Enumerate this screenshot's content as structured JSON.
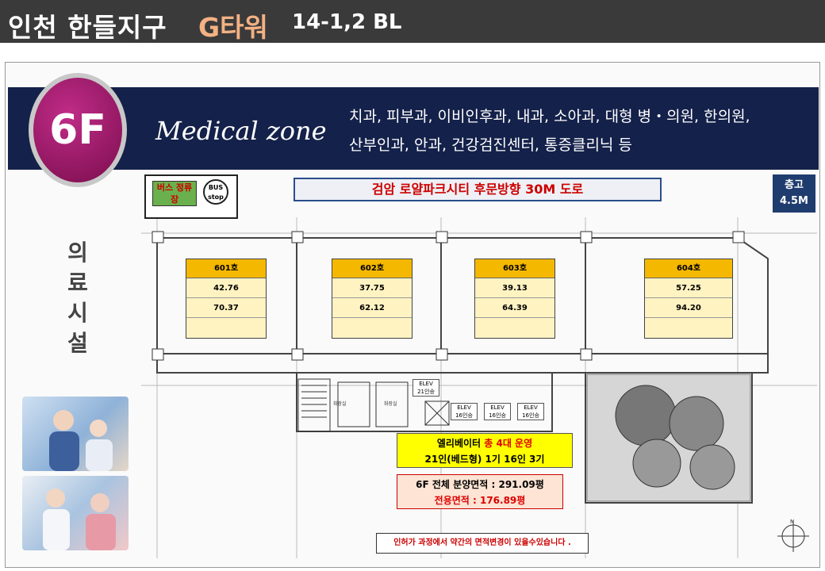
{
  "header": {
    "title_a": "인천 한들지구",
    "title_b": "G타워",
    "title_c": "14-1,2 BL"
  },
  "banner": {
    "floor": "6F",
    "zone": "Medical zone",
    "desc_line1": "치과, 피부과, 이비인후과, 내과, 소아과, 대형 병・의원, 한의원,",
    "desc_line2": "산부인과, 안과, 건강검진센터, 통증클리닉 등"
  },
  "side_label": "의료시설",
  "bus_stop": {
    "label": "버스 정류장",
    "sign": "BUS stop"
  },
  "road_label": "검암  로얄파크시티 후문방향    30M 도로",
  "ceiling": {
    "label": "층고",
    "value": "4.5M"
  },
  "units": [
    {
      "name": "601호",
      "v1": "42.76",
      "v2": "70.37"
    },
    {
      "name": "602호",
      "v1": "37.75",
      "v2": "62.12"
    },
    {
      "name": "603호",
      "v1": "39.13",
      "v2": "64.39"
    },
    {
      "name": "604호",
      "v1": "57.25",
      "v2": "94.20"
    }
  ],
  "rooms": {
    "restroom": "화장실",
    "elev_small": "16인승",
    "elev_big": "21인승",
    "elev_tag": "ELEV"
  },
  "elevator": {
    "prefix": "엘리베이터",
    "highlight": "총 4대 운영",
    "line2": "21인(베드형) 1기    16인 3기"
  },
  "area": {
    "total": "6F 전체 분양면적 : 291.09평",
    "exclusive": "전용면적 : 176.89평"
  },
  "note": "인허가 과정에서  약간의 면적변경이 있을수있습니다 .",
  "compass": "N",
  "colors": {
    "banner": "#14214a",
    "badge": "#a81c6e",
    "unit_header": "#f5b800",
    "elevator_box": "#ffff00"
  }
}
